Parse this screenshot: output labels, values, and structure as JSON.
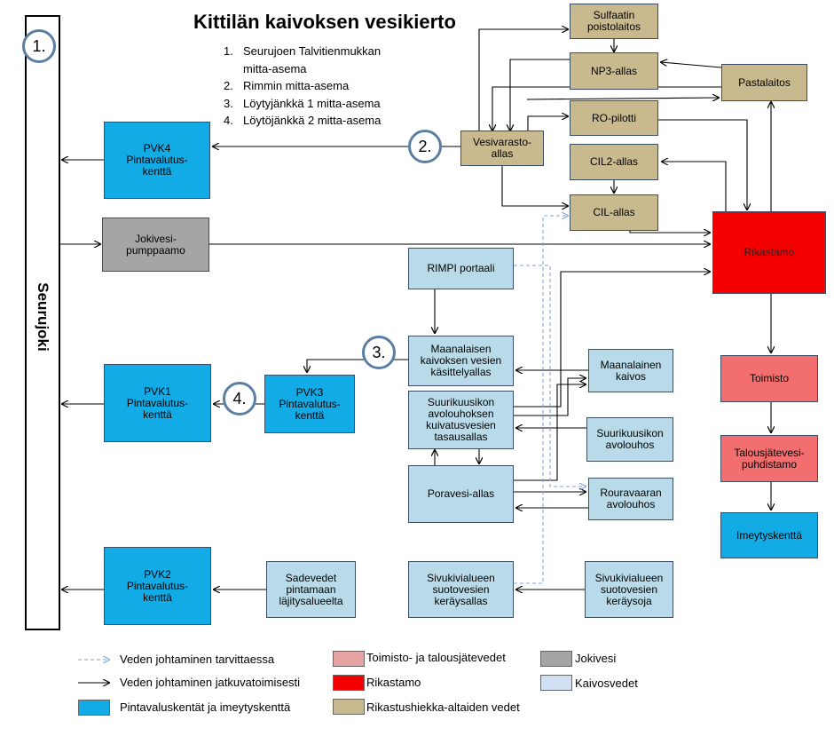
{
  "title": "Kittilän kaivoksen vesikierto",
  "stations": [
    {
      "num": "1.",
      "text": "Seurujoen Talvitienmukkan mitta-asema"
    },
    {
      "num": "2.",
      "text": "Rimmin mitta-asema"
    },
    {
      "num": "3.",
      "text": "Löytyjänkkä 1 mitta-asema"
    },
    {
      "num": "4.",
      "text": "Löytöjänkkä 2 mitta-asema"
    }
  ],
  "markers": [
    "1.",
    "2.",
    "3.",
    "4."
  ],
  "river_label": "Seurujoki",
  "nodes": {
    "sulfaatti": "Sulfaatin\npoistolaitos",
    "np3": "NP3-allas",
    "pastalaitos": "Pastalaitos",
    "ro": "RO-pilotti",
    "vesivarasto": "Vesivarasto-\nallas",
    "cil2": "CIL2-allas",
    "cil": "CIL-allas",
    "pvk4": "PVK4\nPintavalutus-\nkenttä",
    "jokivesi": "Jokivesi-\npumppaamo",
    "rikastamo": "Rikastamo",
    "rimpi": "RIMPI portaali",
    "maanalaisen": "Maanalaisen\nkaivoksen vesien\nkäsittelyallas",
    "maanalainen": "Maanalainen\nkaivos",
    "pvk1": "PVK1\nPintavalutus-\nkenttä",
    "pvk3": "PVK3\nPintavalutus-\nkenttä",
    "suurikuusikko_tas": "Suurikuusikon\navolouhoksen\nkuivatusvesien\ntasausallas",
    "suurikuusikko_av": "Suurikuusikon\navolouhos",
    "poravesi": "Poravesi-allas",
    "rouravaara": "Rouravaaran\navolouhos",
    "toimisto": "Toimisto",
    "talousjate": "Talousjätevesi-\npuhdistamo",
    "imeytys": "Imeytyskenttä",
    "pvk2": "PVK2\nPintavalutus-\nkenttä",
    "sadevedet": "Sadevedet\npintamaan\nläjitysalueelta",
    "sivukivi_allas": "Sivukivialueen\nsuotovesien\nkeräysallas",
    "sivukivi_oja": "Sivukivialueen\nsuotovesien\nkeräysoja"
  },
  "legend": {
    "dashed": "Veden johtaminen tarvittaessa",
    "solid": "Veden johtaminen jatkuvatoimisesti",
    "blue": "Pintavaluskentät ja imeytyskenttä",
    "pink": "Toimisto- ja talousjätevedet",
    "red": "Rikastamo",
    "tan": "Rikastushiekka-altaiden vedet",
    "grey": "Jokivesi",
    "light": "Kaivosvedet"
  },
  "colors": {
    "tan": "#c8b98e",
    "light_blue": "#b9dbe9",
    "blue": "#12abe6",
    "grey": "#a5a5a5",
    "red": "#f40000",
    "pink": "#f36f6f",
    "legend_pink": "#e5a3a3",
    "dashed_line": "#7ea6d8",
    "marker_ring": "#5b7ea3"
  }
}
